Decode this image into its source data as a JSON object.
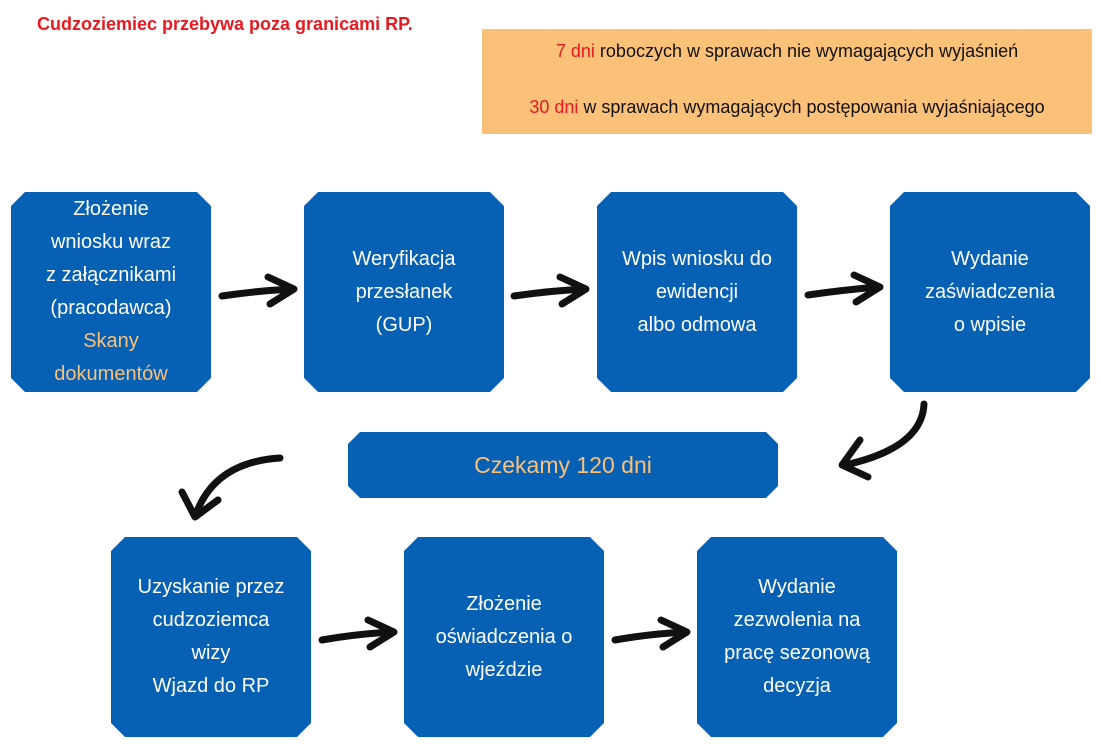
{
  "title": "Cudzoziemiec przebywa poza granicami RP.",
  "info": {
    "line1_highlight": "7 dni",
    "line1_rest": " roboczych w sprawach nie wymagających wyjaśnień",
    "line2_highlight": "30 dni",
    "line2_rest": " w sprawach wymagających postępowania wyjaśniającego"
  },
  "steps_row1": [
    {
      "lines": [
        "Złożenie",
        "wniosku wraz",
        "z załącznikami",
        "(pracodawca)"
      ],
      "highlight_lines": [
        "Skany",
        "dokumentów"
      ]
    },
    {
      "lines": [
        "Weryfikacja",
        "przesłanek",
        "(GUP)"
      ]
    },
    {
      "lines": [
        "Wpis wniosku do",
        "ewidencji",
        "albo odmowa"
      ]
    },
    {
      "lines": [
        "Wydanie",
        "zaświadczenia",
        "o wpisie"
      ]
    }
  ],
  "wait_label": "Czekamy 120 dni",
  "steps_row2": [
    {
      "lines": [
        "Uzyskanie przez",
        "cudzoziemca",
        "wizy",
        "Wjazd do RP"
      ]
    },
    {
      "lines": [
        "Złożenie",
        "oświadczenia o",
        "wjeździe"
      ]
    },
    {
      "lines": [
        "Wydanie",
        "zezwolenia na",
        "pracę sezonową",
        "decyzja"
      ]
    }
  ],
  "colors": {
    "box": "#0660b3",
    "accent_orange": "#fcc178",
    "accent_red": "#e8191f",
    "arrow": "#111111"
  }
}
